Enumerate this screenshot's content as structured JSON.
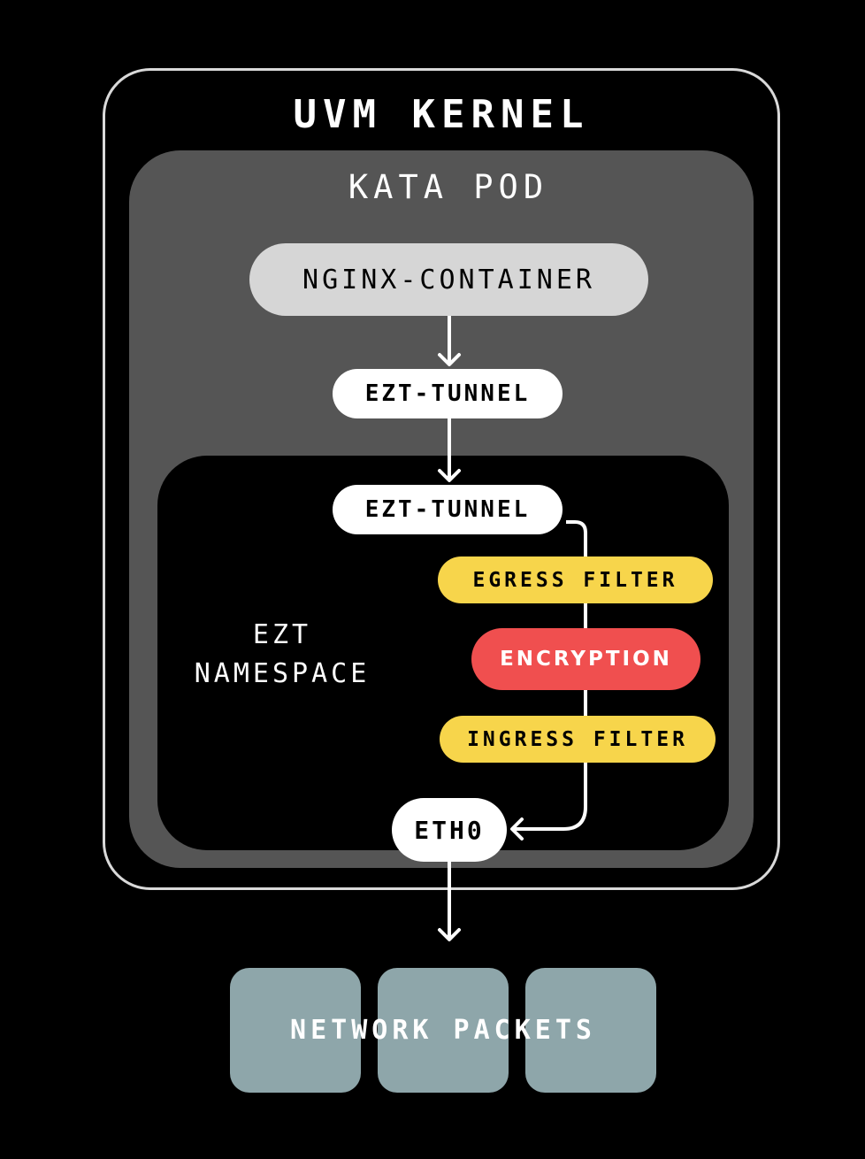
{
  "uvm_kernel": {
    "title": "UVM KERNEL"
  },
  "kata_pod": {
    "title": "KATA POD"
  },
  "nginx_container": {
    "label": "NGINX-CONTAINER"
  },
  "tunnel_outer": {
    "label": "EZT-TUNNEL"
  },
  "ezt_namespace": {
    "label_line1": "EZT",
    "label_line2": "NAMESPACE",
    "tunnel_inner": {
      "label": "EZT-TUNNEL"
    },
    "egress_filter": {
      "label": "EGRESS FILTER"
    },
    "encryption": {
      "label": "ENCRYPTION"
    },
    "ingress_filter": {
      "label": "INGRESS FILTER"
    },
    "eth0": {
      "label": "ETH0"
    }
  },
  "network_packets": {
    "label": "NETWORK PACKETS",
    "count": 3
  },
  "colors": {
    "background": "#000000",
    "kernel_border": "#d9d9d9",
    "kata_pod_fill": "#555555",
    "nginx_fill": "#d6d6d6",
    "pill_white": "#ffffff",
    "filter_yellow": "#f7d54b",
    "encryption_red": "#f04f4f",
    "packet_fill": "#8ea6aa"
  }
}
